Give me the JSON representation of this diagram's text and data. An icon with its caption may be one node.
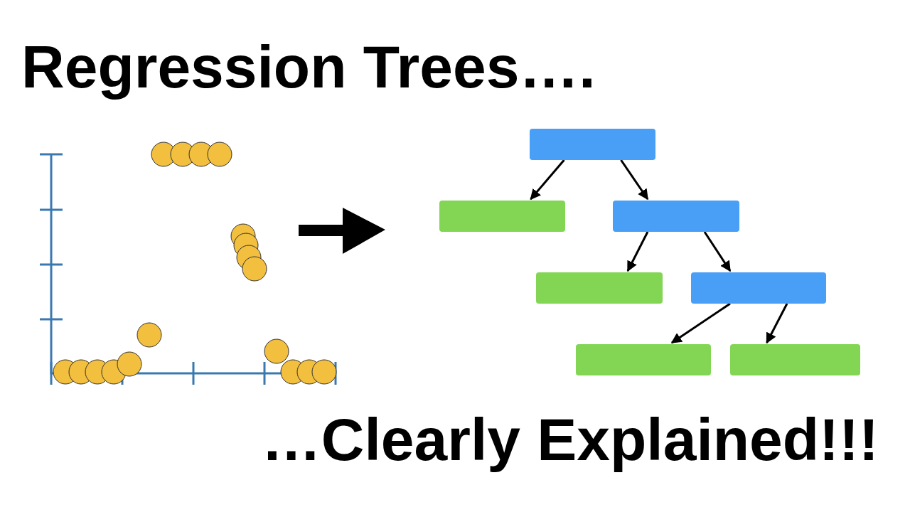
{
  "diagram": {
    "title": "Regression Trees….",
    "caption": "…Clearly Explained!!!",
    "nodes": [
      {
        "text": [],
        "shape": "box"
      },
      {
        "text": [],
        "shape": "box"
      },
      {
        "text": [],
        "shape": "box"
      },
      {
        "text": [],
        "shape": "box"
      },
      {
        "text": [],
        "shape": "box"
      },
      {
        "text": [],
        "shape": "box"
      },
      {
        "text": [],
        "shape": "box"
      }
    ],
    "edges": [
      {
        "from": 0,
        "to": 1,
        "arrow": "to"
      },
      {
        "from": 0,
        "to": 2,
        "arrow": "to"
      },
      {
        "from": 2,
        "to": 3,
        "arrow": "to"
      },
      {
        "from": 2,
        "to": 4,
        "arrow": "to"
      },
      {
        "from": 4,
        "to": 5,
        "arrow": "to"
      },
      {
        "from": 4,
        "to": 6,
        "arrow": "to"
      }
    ]
  }
}
